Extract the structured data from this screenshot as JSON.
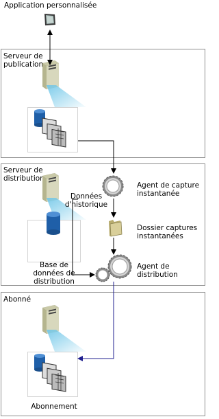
{
  "app": {
    "label": "Application personnalisée"
  },
  "publisher": {
    "label": "Serveur de\npublication"
  },
  "distributor": {
    "label": "Serveur de\ndistribution",
    "history_label": "Données\nd'historique",
    "db_label": "Base de\ndonnées de\ndistribution"
  },
  "agents": {
    "snapshot_agent": "Agent de capture\ninstantanée",
    "snapshot_folder": "Dossier captures\ninstantanées",
    "distribution_agent": "Agent de\ndistribution"
  },
  "subscriber": {
    "label": "Abonné",
    "subscription_label": "Abonnement"
  },
  "colors": {
    "box_border": "#8c8c8c",
    "push_line": "#1f1f8f",
    "glow": "#6fc6e8",
    "folder": "#d9cf9a"
  }
}
